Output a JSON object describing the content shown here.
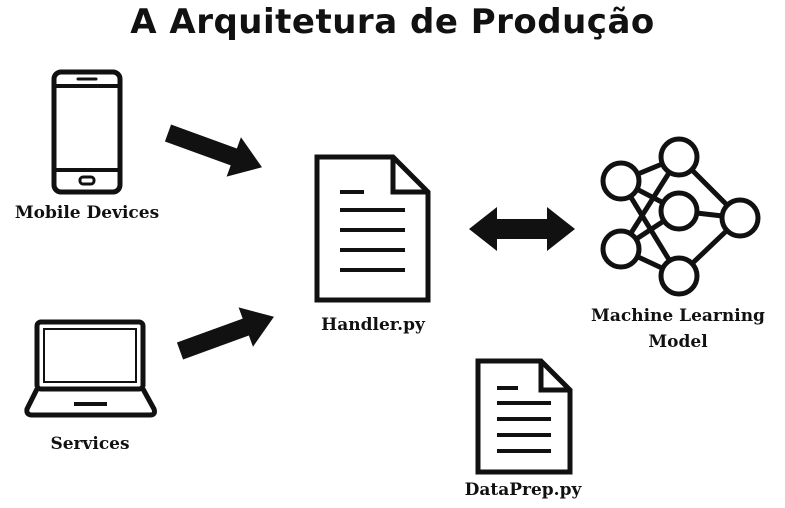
{
  "title": "A Arquitetura de Produção",
  "nodes": {
    "mobile": {
      "label": "Mobile Devices",
      "icon": "smartphone-icon"
    },
    "services": {
      "label": "Services",
      "icon": "laptop-icon"
    },
    "handler": {
      "label": "Handler.py",
      "icon": "document-icon"
    },
    "model": {
      "label_line1": "Machine Learning",
      "label_line2": "Model",
      "icon": "neural-network-icon"
    },
    "dataprep": {
      "label": "DataPrep.py",
      "icon": "document-icon"
    }
  }
}
